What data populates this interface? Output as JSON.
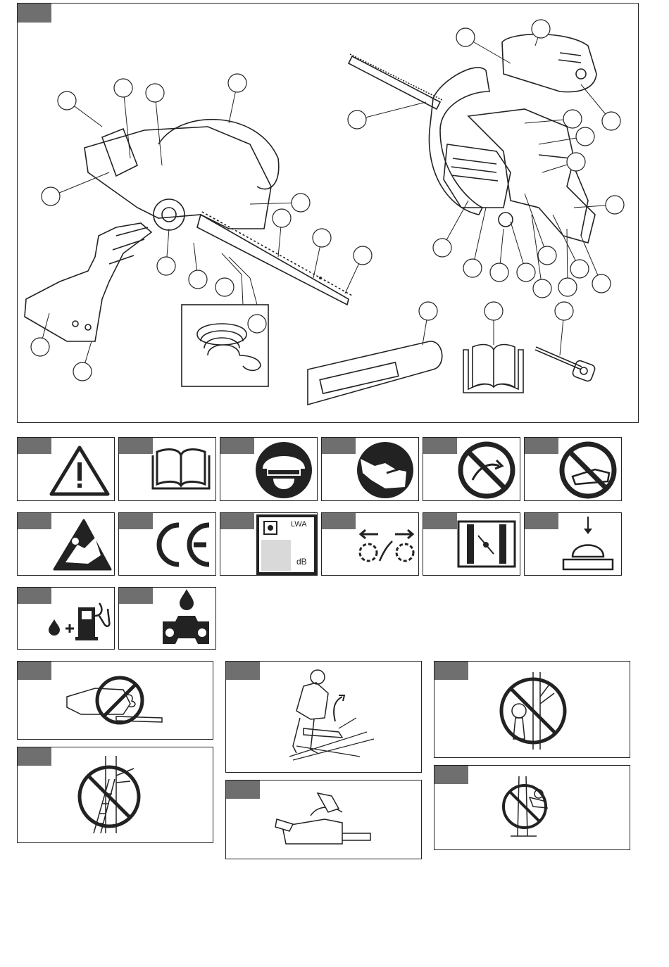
{
  "sections": {
    "overview": {
      "name": "overview-figure"
    },
    "symbols": [
      "warning-symbol",
      "read-manual-symbol",
      "protective-gear-symbol",
      "two-hand-operation-symbol",
      "no-one-hand-use-symbol",
      "no-kickback-symbol",
      "kickback-danger-symbol",
      "ce-mark-symbol",
      "sound-power-level-symbol",
      "chain-direction-symbol",
      "choke-symbol",
      "primer-bulb-symbol",
      "fuel-mixture-symbol",
      "chain-oil-symbol"
    ],
    "scenes": [
      "no-kickback-scene",
      "correct-cutting-posture-scene",
      "no-cutting-above-head-scene",
      "no-ladder-scene",
      "two-hand-grip-scene",
      "no-climbing-scene"
    ]
  },
  "colors": {
    "tab": "#6f6f6f",
    "ink": "#222222",
    "dbPanel": "#d9d9d9"
  },
  "symbol_texts": {
    "lwa": "LWA",
    "db": "dB"
  }
}
